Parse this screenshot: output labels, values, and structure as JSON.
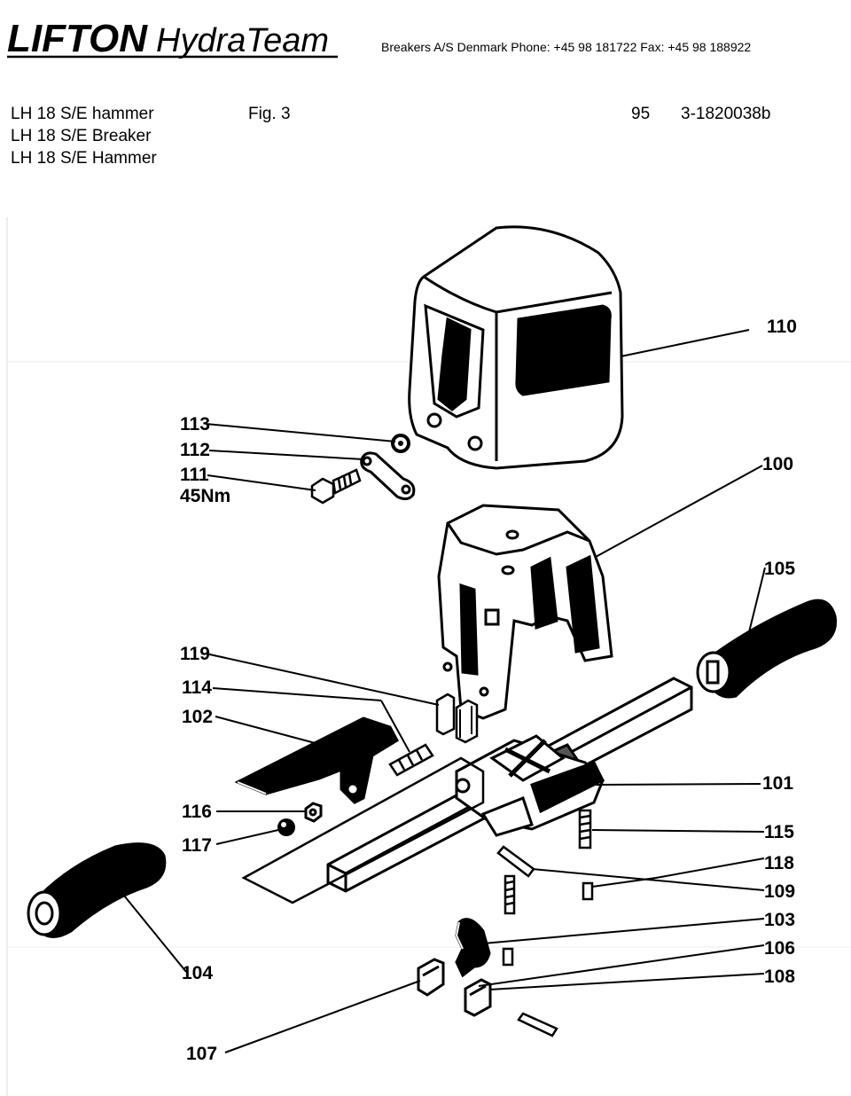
{
  "header": {
    "logo_text_a": "LIFTON",
    "logo_text_b": "HydraTeam",
    "contact": "Breakers A/S Denmark Phone: +45 98 181722 Fax: +45 98 188922"
  },
  "title": {
    "line1": "LH 18 S/E hammer",
    "line2": "LH 18 S/E Breaker",
    "line3": "LH 18 S/E Hammer",
    "figure": "Fig. 3",
    "number": "95",
    "part_number": "3-1820038b"
  },
  "callouts": {
    "c110": "110",
    "c113": "113",
    "c112": "112",
    "c111": "111",
    "torque": "45Nm",
    "c100": "100",
    "c105": "105",
    "c119": "119",
    "c114": "114",
    "c102": "102",
    "c101": "101",
    "c116": "116",
    "c115": "115",
    "c117": "117",
    "c118": "118",
    "c109": "109",
    "c103": "103",
    "c106": "106",
    "c104": "104",
    "c108": "108",
    "c107": "107"
  }
}
